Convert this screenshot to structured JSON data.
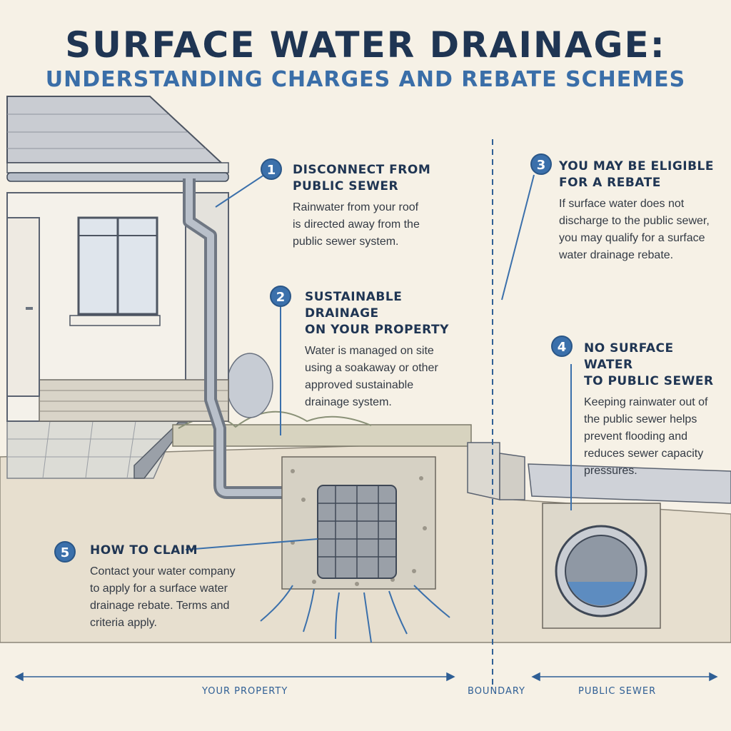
{
  "title": {
    "main": "SURFACE WATER DRAINAGE:",
    "sub": "UNDERSTANDING CHARGES AND REBATE SCHEMES"
  },
  "callouts": [
    {
      "num": "1",
      "heading_1": "DISCONNECT FROM",
      "heading_2": "PUBLIC SEWER",
      "body": [
        "Rainwater from your roof",
        "is directed away from the",
        "public sewer system."
      ]
    },
    {
      "num": "2",
      "heading_1": "SUSTAINABLE DRAINAGE",
      "heading_2": "ON YOUR PROPERTY",
      "body": [
        "Water is managed on site",
        "using a soakaway or other",
        "approved sustainable",
        "drainage system."
      ]
    },
    {
      "num": "3",
      "heading_1": "YOU MAY BE ELIGIBLE",
      "heading_2": "FOR A REBATE",
      "body": [
        "If surface water does not",
        "discharge to the public sewer,",
        "you may qualify for a surface",
        "water drainage rebate."
      ]
    },
    {
      "num": "4",
      "heading_1": "NO SURFACE WATER",
      "heading_2": "TO PUBLIC SEWER",
      "body": [
        "Keeping rainwater out of",
        "the public sewer helps",
        "prevent flooding and",
        "reduces sewer capacity",
        "pressures."
      ]
    },
    {
      "num": "5",
      "heading_1": "HOW TO CLAIM",
      "heading_2": "",
      "body": [
        "Contact your water company",
        "to apply for a surface water",
        "drainage rebate. Terms and",
        "criteria apply."
      ]
    }
  ],
  "bottom_labels": {
    "property": "YOUR PROPERTY",
    "boundary": "BOUNDARY",
    "sewer": "PUBLIC SEWER"
  },
  "colors": {
    "accent": "#3b70ab",
    "title": "#1f3553",
    "background": "#f6f1e6"
  }
}
